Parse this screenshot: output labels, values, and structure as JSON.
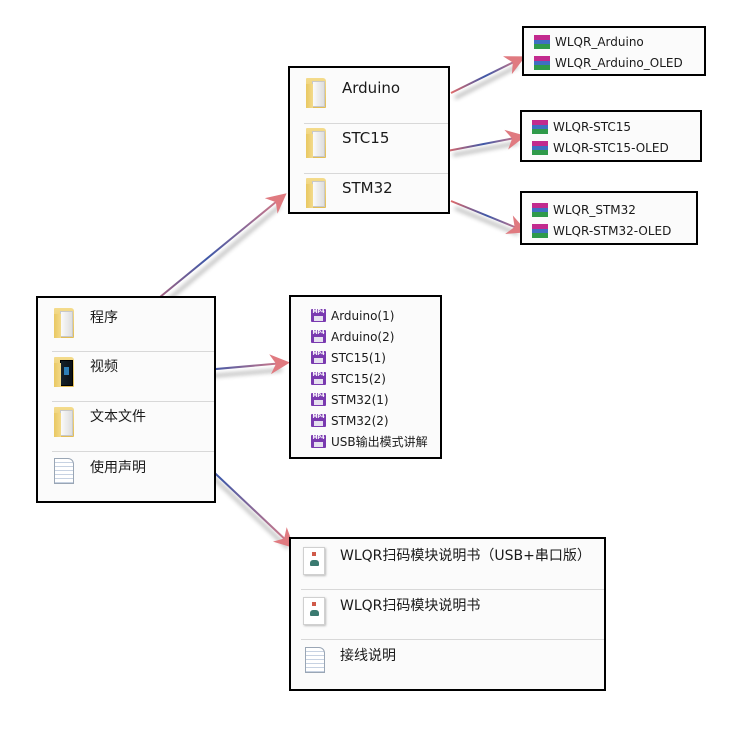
{
  "root_folder": {
    "items": [
      {
        "label": "程序",
        "icon": "folder-icon"
      },
      {
        "label": "视频",
        "icon": "video-folder-icon"
      },
      {
        "label": "文本文件",
        "icon": "folder-icon"
      },
      {
        "label": "使用声明",
        "icon": "text-document-icon"
      }
    ]
  },
  "program_folder": {
    "items": [
      {
        "label": "Arduino",
        "icon": "folder-icon"
      },
      {
        "label": "STC15",
        "icon": "folder-icon"
      },
      {
        "label": "STM32",
        "icon": "folder-icon"
      }
    ]
  },
  "arduino_archives": {
    "items": [
      {
        "label": "WLQR_Arduino"
      },
      {
        "label": "WLQR_Arduino_OLED"
      }
    ]
  },
  "stc15_archives": {
    "items": [
      {
        "label": "WLQR-STC15"
      },
      {
        "label": "WLQR-STC15-OLED"
      }
    ]
  },
  "stm32_archives": {
    "items": [
      {
        "label": "WLQR_STM32"
      },
      {
        "label": "WLQR-STM32-OLED"
      }
    ]
  },
  "video_folder": {
    "items": [
      {
        "label": "Arduino(1)"
      },
      {
        "label": "Arduino(2)"
      },
      {
        "label": "STC15(1)"
      },
      {
        "label": "STC15(2)"
      },
      {
        "label": "STM32(1)"
      },
      {
        "label": "STM32(2)"
      },
      {
        "label": "USB输出模式讲解"
      }
    ],
    "icon_badge": "MP4"
  },
  "text_folder": {
    "items": [
      {
        "label": "WLQR扫码模块说明书（USB+串口版）",
        "icon": "word-document-icon"
      },
      {
        "label": "WLQR扫码模块说明书",
        "icon": "word-document-icon"
      },
      {
        "label": "接线说明",
        "icon": "text-document-icon"
      }
    ]
  },
  "colors": {
    "arrow_start": "#e06a6a",
    "arrow_mid": "#3e58a8",
    "arrow_end": "#d87a86",
    "border": "#000000"
  }
}
